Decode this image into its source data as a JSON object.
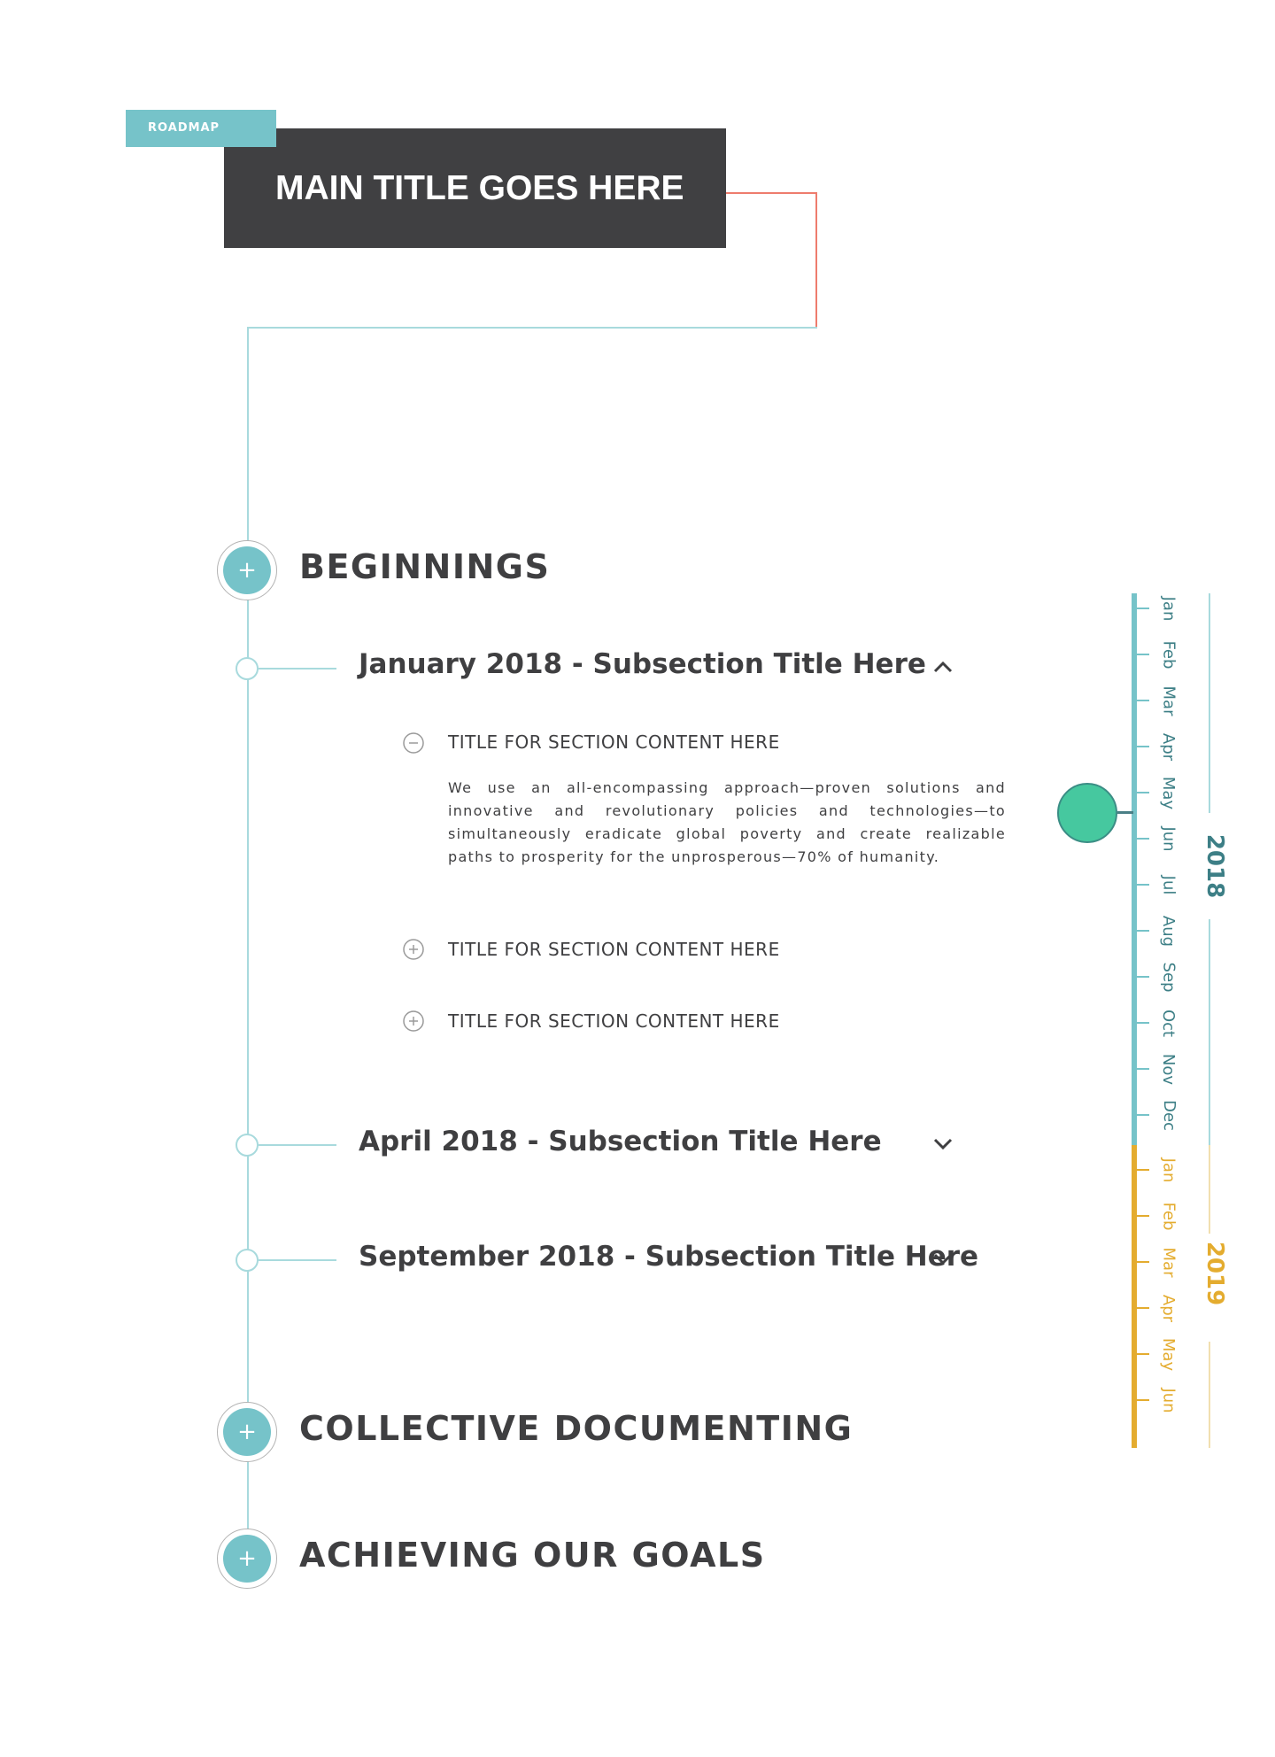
{
  "header": {
    "tag": "ROADMAP",
    "title": "MAIN TITLE GOES HERE"
  },
  "sections": [
    {
      "title": "BEGINNINGS",
      "icon": "plus-icon",
      "expanded": true
    },
    {
      "title": "COLLECTIVE DOCUMENTING",
      "icon": "plus-icon",
      "expanded": false
    },
    {
      "title": "ACHIEVING OUR GOALS",
      "icon": "plus-icon",
      "expanded": false
    }
  ],
  "subsections": [
    {
      "title": "January 2018 - Subsection Title Here",
      "icon": "chevron-up-icon",
      "expanded": true,
      "items": [
        {
          "title": "TITLE FOR SECTION CONTENT HERE",
          "icon": "minus-circle-icon",
          "expanded": true,
          "body": "We use an all-encompassing approach—proven solutions and innovative and revolutionary policies and technologies—to simultaneously eradicate global poverty and create realizable paths to prosperity for the unprosperous—70% of humanity."
        },
        {
          "title": "TITLE FOR SECTION CONTENT HERE",
          "icon": "plus-circle-icon",
          "expanded": false
        },
        {
          "title": "TITLE FOR SECTION CONTENT HERE",
          "icon": "plus-circle-icon",
          "expanded": false
        }
      ]
    },
    {
      "title": "April 2018 - Subsection Title Here",
      "icon": "chevron-down-icon",
      "expanded": false
    },
    {
      "title": "September 2018 - Subsection Title Here",
      "icon": "chevron-down-icon",
      "expanded": false
    }
  ],
  "timeline": {
    "years": [
      {
        "year": "2018",
        "color": "#76c3c9",
        "label_color": "#3d7f86",
        "months": [
          "Jan",
          "Feb",
          "Mar",
          "Apr",
          "May",
          "Jun",
          "Jul",
          "Aug",
          "Sep",
          "Oct",
          "Nov",
          "Dec"
        ]
      },
      {
        "year": "2019",
        "color": "#e4ac2f",
        "label_color": "#e4ac2f",
        "months": [
          "Jan",
          "Feb",
          "Mar",
          "Apr",
          "May",
          "Jun"
        ]
      }
    ],
    "current_month": "May 2018",
    "indicator_color": "#46c89f"
  },
  "colors": {
    "accent_teal": "#76c3c9",
    "dark": "#404042",
    "connector_red": "#ee7c6d",
    "year_2019": "#e4ac2f"
  }
}
